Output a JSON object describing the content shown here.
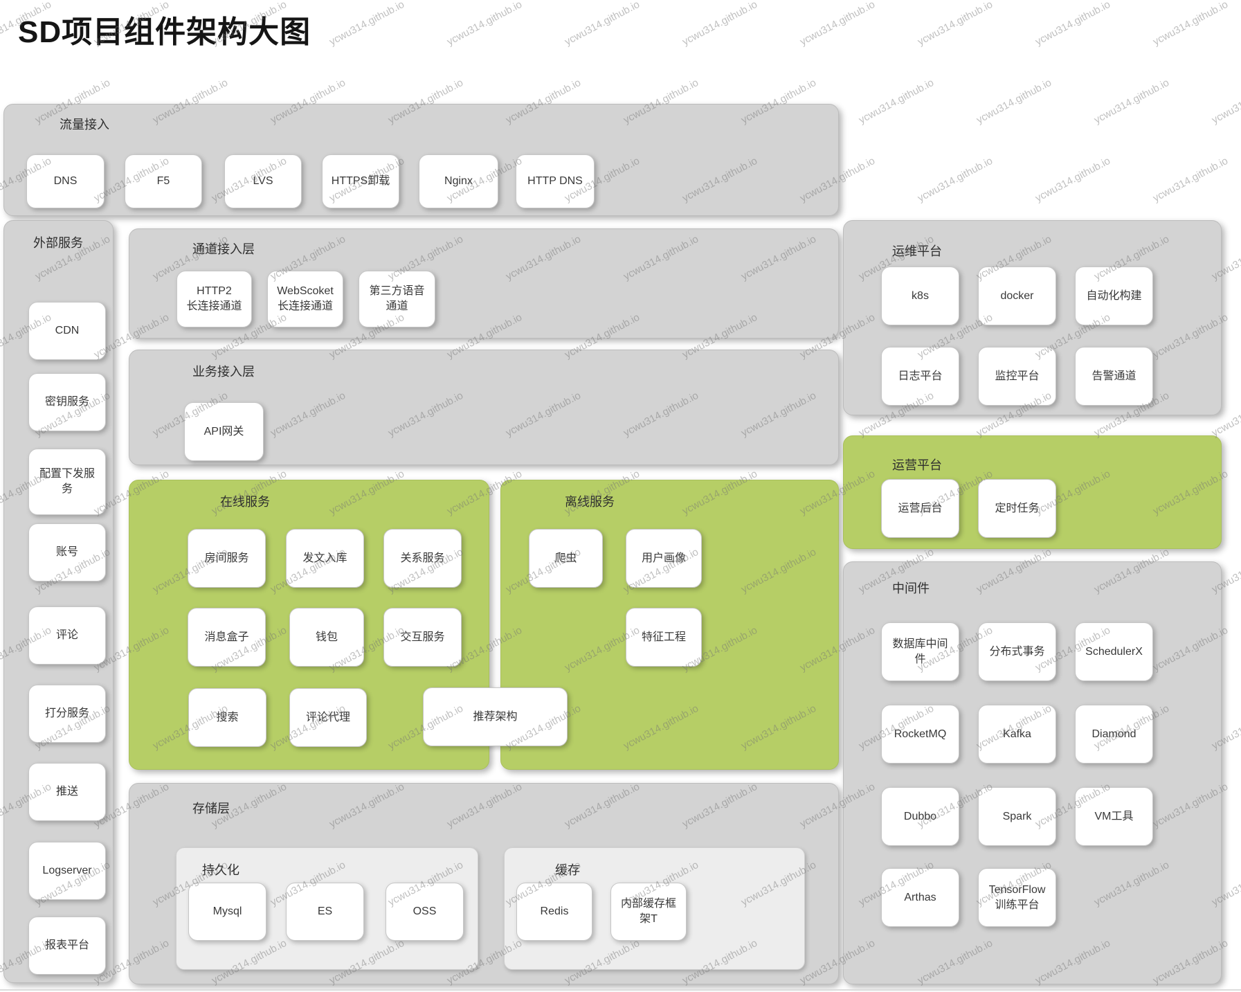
{
  "page": {
    "title": "SD项目组件架构大图",
    "watermark": "ycwu314.github.io"
  },
  "colors": {
    "panel_gray": "#d3d3d3",
    "panel_green": "#b6ce66",
    "subpanel_gray": "#ededed",
    "node_white": "#ffffff",
    "text": "#383838"
  },
  "sections": {
    "traffic": {
      "label": "流量接入",
      "boxes": [
        "DNS",
        "F5",
        "LVS",
        "HTTPS卸载",
        "Nginx",
        "HTTP DNS"
      ]
    },
    "external": {
      "label": "外部服务",
      "boxes": [
        "CDN",
        "密钥服务",
        "配置下发服\n务",
        "账号",
        "评论",
        "打分服务",
        "推送",
        "Logserver",
        "报表平台"
      ]
    },
    "channel": {
      "label": "通道接入层",
      "boxes": [
        "HTTP2\n长连接通道",
        "WebScoket\n长连接通道",
        "第三方语音\n通道"
      ]
    },
    "business": {
      "label": "业务接入层",
      "boxes": [
        "API网关"
      ]
    },
    "online": {
      "label": "在线服务",
      "boxes": [
        "房间服务",
        "发文入库",
        "关系服务",
        "消息盒子",
        "钱包",
        "交互服务",
        "搜索",
        "评论代理"
      ]
    },
    "offline": {
      "label": "离线服务",
      "boxes": [
        "爬虫",
        "用户画像",
        "特征工程"
      ]
    },
    "recommend": {
      "boxes": [
        "推荐架构"
      ]
    },
    "storage": {
      "label": "存储层",
      "persistence": {
        "label": "持久化",
        "boxes": [
          "Mysql",
          "ES",
          "OSS"
        ]
      },
      "cache": {
        "label": "缓存",
        "boxes": [
          "Redis",
          "内部缓存框\n架T"
        ]
      }
    },
    "ops": {
      "label": "运维平台",
      "boxes": [
        "k8s",
        "docker",
        "自动化构建",
        "日志平台",
        "监控平台",
        "告警通道"
      ]
    },
    "bizops": {
      "label": "运营平台",
      "boxes": [
        "运营后台",
        "定时任务"
      ]
    },
    "middleware": {
      "label": "中间件",
      "boxes": [
        "数据库中间\n件",
        "分布式事务",
        "SchedulerX",
        "RocketMQ",
        "Kafka",
        "Diamond",
        "Dubbo",
        "Spark",
        "VM工具",
        "Arthas",
        "TensorFlow\n训练平台"
      ]
    }
  }
}
